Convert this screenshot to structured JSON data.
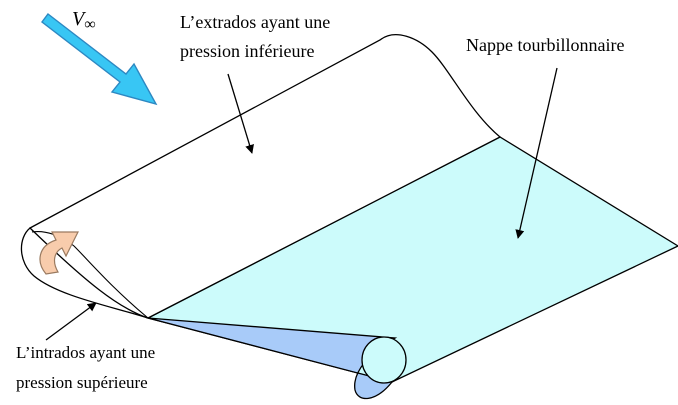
{
  "labels": {
    "velocity_symbol": "V",
    "velocity_subscript": "∞",
    "extrados_line1": "L’extrados ayant une",
    "extrados_line2": "pression inférieure",
    "nappe": "Nappe tourbillonnaire",
    "intrados_line1": "L’intrados ayant une",
    "intrados_line2": "pression supérieure"
  },
  "colors": {
    "wake_sheet": "#ccfbfb",
    "curl_underside": "#a8cbf9",
    "flow_arrow_fill": "#38c6f4",
    "flow_arrow_stroke": "#2d88c2",
    "rotation_arrow_fill": "#f8ccac",
    "rotation_arrow_stroke": "#9a7a60",
    "outline": "#000000"
  }
}
